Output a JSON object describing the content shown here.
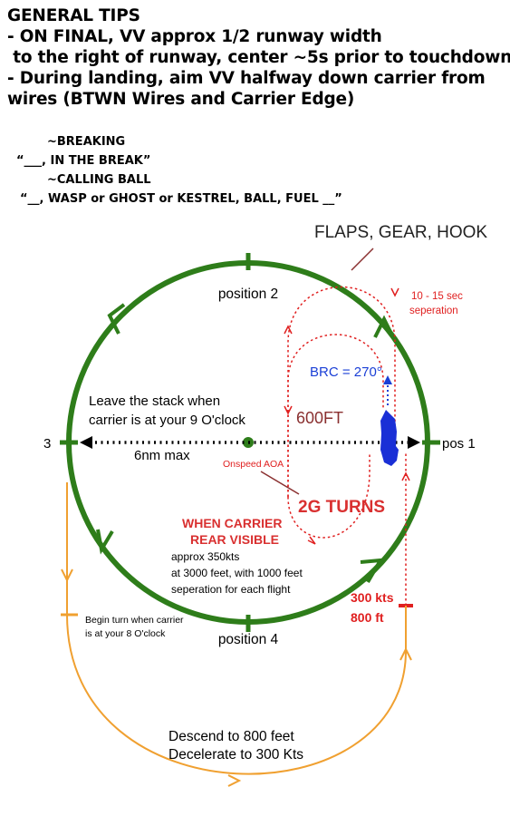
{
  "tips": {
    "title": "GENERAL TIPS",
    "lines": [
      "- ON FINAL, VV approx 1/2 runway width",
      " to the right of runway, center ~5s prior to touchdown",
      "- During landing, aim VV halfway down carrier from",
      "wires (BTWN Wires and Carrier Edge)"
    ]
  },
  "calls": {
    "breaking_header": "~BREAKING",
    "breaking_call": "“___, IN THE BREAK”",
    "ball_header": "~CALLING BALL",
    "ball_call": "“__, WASP or GHOST or KESTREL, BALL, FUEL __”"
  },
  "diagram": {
    "flaps_gear_hook": "FLAPS, GEAR, HOOK",
    "position_2": "position 2",
    "position_4": "position 4",
    "position_3": "3",
    "position_1": "pos 1",
    "separation_line1": "10 - 15 sec",
    "separation_line2": "seperation",
    "brc": "BRC = 270°",
    "leave_stack_line1": "Leave the stack when",
    "leave_stack_line2": "carrier is at your 9 O'clock",
    "altitude_600": "600FT",
    "max_distance": "6nm max",
    "onspeed_aoa": "Onspeed AOA",
    "two_g_turns": "2G TURNS",
    "carrier_rear_line1": "WHEN CARRIER",
    "carrier_rear_line2": "REAR VISIBLE",
    "stack_info_line1": "approx 350kts",
    "stack_info_line2": "at 3000 feet, with 1000 feet",
    "stack_info_line3": "seperation for each flight",
    "speed_300": "300 kts",
    "alt_800": "800 ft",
    "begin_turn_line1": "Begin turn when carrier",
    "begin_turn_line2": "is at your 8 O'clock",
    "descend_line1": "Descend to 800 feet",
    "descend_line2": "Decelerate to 300 Kts",
    "colors": {
      "circle_green": "#2e7d1a",
      "pattern_red": "#e02020",
      "label_red": "#d93030",
      "brc_blue": "#1a3fd6",
      "ship_blue": "#1a2fd6",
      "orange": "#f0a030",
      "dark_red": "#8a3030"
    }
  }
}
